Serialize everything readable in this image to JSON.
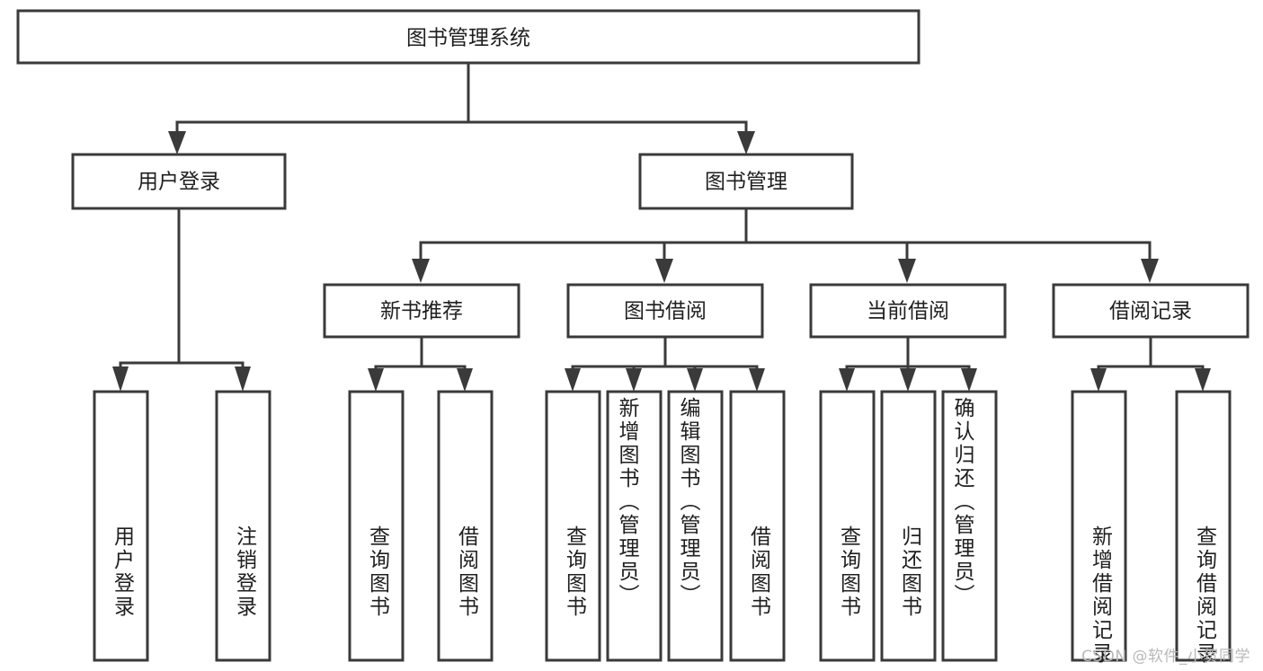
{
  "diagram": {
    "title": "图书管理系统",
    "type": "hierarchy-tree",
    "watermark": "CSDN @软件_小贺同学",
    "colors": {
      "border": "#3a3a3a",
      "fill": "#ffffff",
      "text": "#1f1f1f",
      "watermark": "#b9b9b9",
      "background": "#ffffff"
    },
    "levels": {
      "root": {
        "label": "图书管理系统"
      },
      "level2": [
        {
          "label": "用户登录"
        },
        {
          "label": "图书管理"
        }
      ],
      "level3": [
        {
          "label": "新书推荐"
        },
        {
          "label": "图书借阅"
        },
        {
          "label": "当前借阅"
        },
        {
          "label": "借阅记录"
        }
      ],
      "leaves": {
        "user_login": [
          {
            "label": "用户登录"
          },
          {
            "label": "注销登录"
          }
        ],
        "new_book": [
          {
            "label": "查询图书"
          },
          {
            "label": "借阅图书"
          }
        ],
        "book_borrow": [
          {
            "label": "查询图书"
          },
          {
            "label": "新增图书（管理员）"
          },
          {
            "label": "编辑图书（管理员）"
          },
          {
            "label": "借阅图书"
          }
        ],
        "current_borrow": [
          {
            "label": "查询图书"
          },
          {
            "label": "归还图书"
          },
          {
            "label": "确认归还（管理员）"
          }
        ],
        "borrow_record": [
          {
            "label": "新增借阅记录"
          },
          {
            "label": "查询借阅记录"
          }
        ]
      }
    }
  }
}
